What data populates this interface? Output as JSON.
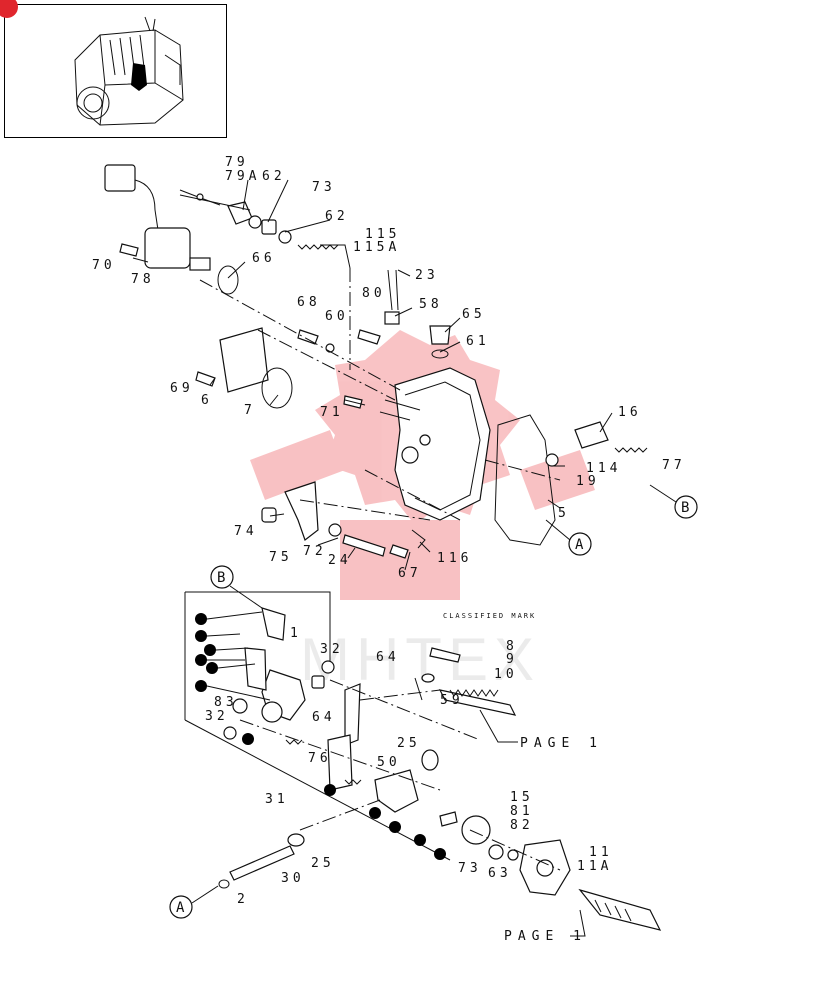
{
  "labels": {
    "l79": "79",
    "l79a": "79A",
    "l62a": "62",
    "l73a": "73",
    "l62b": "62",
    "l115": "115",
    "l115a": "115A",
    "l70": "70",
    "l78": "78",
    "l66": "66",
    "l23": "23",
    "l80": "80",
    "l58": "58",
    "l68": "68",
    "l60": "60",
    "l65": "65",
    "l61": "61",
    "l69": "69",
    "l6": "6",
    "l7": "7",
    "l71": "71",
    "l16": "16",
    "l114": "114",
    "l19": "19",
    "l77": "77",
    "l5": "5",
    "l74": "74",
    "l75": "75",
    "l72": "72",
    "l24": "24",
    "l67": "67",
    "l116": "116",
    "l1": "1",
    "l32a": "32",
    "l64a": "64",
    "l8": "8",
    "l9": "9",
    "l10": "10",
    "l83": "83",
    "l32b": "32",
    "l59": "59",
    "l64b": "64",
    "l76": "76",
    "l25a": "25",
    "l50": "50",
    "l31": "31",
    "l15": "15",
    "l81": "81",
    "l82": "82",
    "l25b": "25",
    "l73b": "73",
    "l63": "63",
    "l11": "11",
    "l11a": "11A",
    "l30": "30",
    "l2": "2",
    "classified": "CLASSIFIED MARK",
    "page1a": "PAGE 1",
    "page1b": "PAGE 1"
  },
  "callouts": {
    "a1": "A",
    "a2": "A",
    "b1": "B",
    "b2": "B"
  },
  "watermark": {
    "text": "MHTEX",
    "color": "#e8262d"
  },
  "accent_color": "#e0262d"
}
